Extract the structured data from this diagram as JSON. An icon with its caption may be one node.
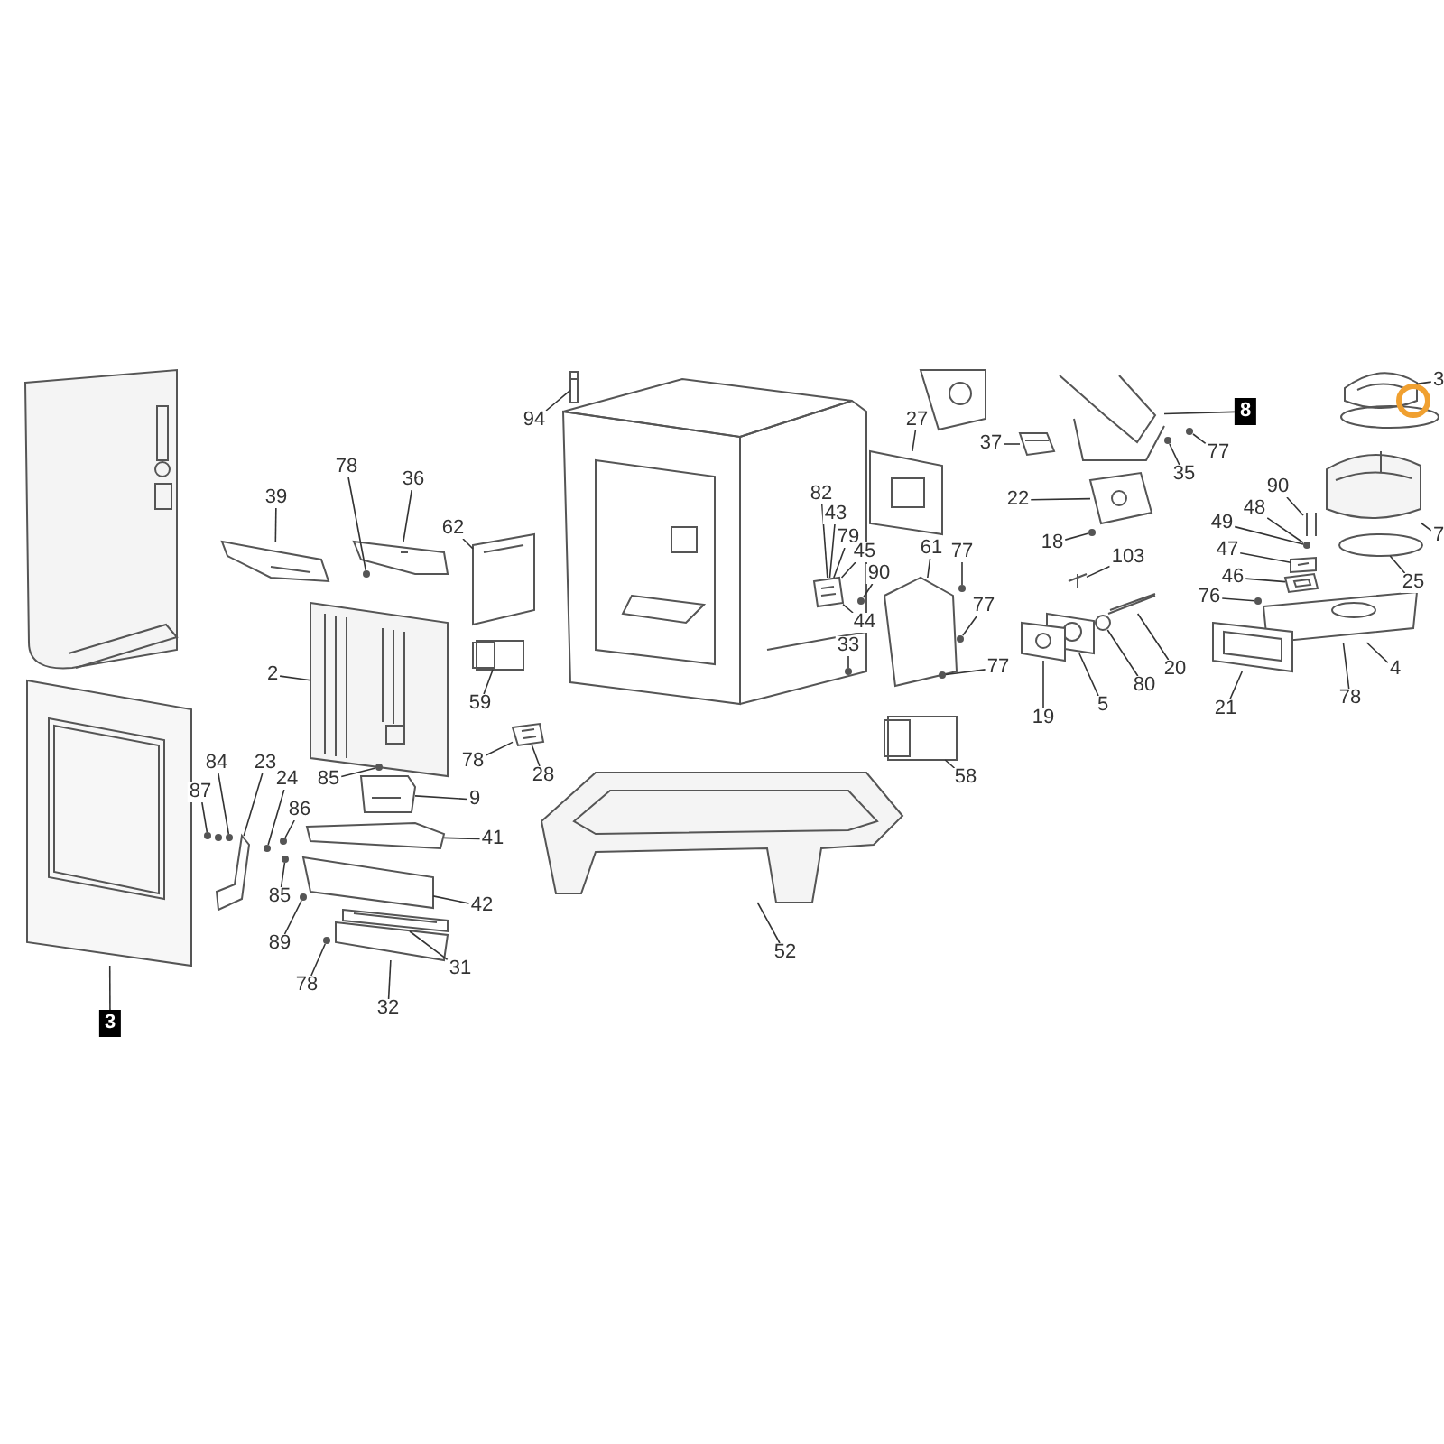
{
  "diagram": {
    "nodes": [
      {
        "text": [
          "94"
        ]
      },
      {
        "text": [
          "39"
        ]
      },
      {
        "text": [
          "78"
        ]
      },
      {
        "text": [
          "36"
        ]
      },
      {
        "text": [
          "62"
        ]
      },
      {
        "text": [
          "2"
        ]
      },
      {
        "text": [
          "59"
        ]
      },
      {
        "text": [
          "78"
        ]
      },
      {
        "text": [
          "28"
        ]
      },
      {
        "text": [
          "85"
        ]
      },
      {
        "text": [
          "9"
        ]
      },
      {
        "text": [
          "41"
        ]
      },
      {
        "text": [
          "42"
        ]
      },
      {
        "text": [
          "31"
        ]
      },
      {
        "text": [
          "32"
        ]
      },
      {
        "text": [
          "78"
        ]
      },
      {
        "text": [
          "89"
        ]
      },
      {
        "text": [
          "85"
        ]
      },
      {
        "text": [
          "86"
        ]
      },
      {
        "text": [
          "24"
        ]
      },
      {
        "text": [
          "23"
        ]
      },
      {
        "text": [
          "84"
        ]
      },
      {
        "text": [
          "87"
        ]
      },
      {
        "text": [
          "3"
        ]
      },
      {
        "text": [
          "52"
        ]
      },
      {
        "text": [
          "27"
        ]
      },
      {
        "text": [
          "82"
        ]
      },
      {
        "text": [
          "43"
        ]
      },
      {
        "text": [
          "79"
        ]
      },
      {
        "text": [
          "45"
        ]
      },
      {
        "text": [
          "90"
        ]
      },
      {
        "text": [
          "44"
        ]
      },
      {
        "text": [
          "61"
        ]
      },
      {
        "text": [
          "77"
        ]
      },
      {
        "text": [
          "77"
        ]
      },
      {
        "text": [
          "77"
        ]
      },
      {
        "text": [
          "33"
        ]
      },
      {
        "text": [
          "58"
        ]
      },
      {
        "text": [
          "37"
        ]
      },
      {
        "text": [
          "8"
        ]
      },
      {
        "text": [
          "35"
        ]
      },
      {
        "text": [
          "77"
        ]
      },
      {
        "text": [
          "22"
        ]
      },
      {
        "text": [
          "18"
        ]
      },
      {
        "text": [
          "103"
        ]
      },
      {
        "text": [
          "20"
        ]
      },
      {
        "text": [
          "80"
        ]
      },
      {
        "text": [
          "5"
        ]
      },
      {
        "text": [
          "19"
        ]
      },
      {
        "text": [
          "90"
        ]
      },
      {
        "text": [
          "48"
        ]
      },
      {
        "text": [
          "49"
        ]
      },
      {
        "text": [
          "47"
        ]
      },
      {
        "text": [
          "46"
        ]
      },
      {
        "text": [
          "76"
        ]
      },
      {
        "text": [
          "25"
        ]
      },
      {
        "text": [
          "4"
        ]
      },
      {
        "text": [
          "78"
        ]
      },
      {
        "text": [
          "21"
        ]
      },
      {
        "text": [
          "3"
        ]
      },
      {
        "text": [
          "7"
        ]
      },
      {
        "text": [],
        "shape": "picture"
      },
      {
        "text": [],
        "shape": "picture"
      },
      {
        "text": [],
        "shape": "circle"
      },
      {
        "text": [],
        "shape": "circle"
      },
      {
        "text": [],
        "shape": "picture"
      },
      {
        "text": [],
        "shape": "circle"
      },
      {
        "text": [],
        "shape": "picture"
      },
      {
        "text": [],
        "shape": "picture"
      },
      {
        "text": [],
        "shape": "picture"
      },
      {
        "text": [],
        "shape": "picture"
      },
      {
        "text": [],
        "shape": "picture"
      },
      {
        "text": [],
        "shape": "circle"
      },
      {
        "text": [],
        "shape": "picture"
      },
      {
        "text": [],
        "shape": "picture"
      },
      {
        "text": [],
        "shape": "picture"
      },
      {
        "text": [],
        "shape": "circle"
      },
      {
        "text": [],
        "shape": "picture"
      },
      {
        "text": [],
        "shape": "picture"
      },
      {
        "text": [],
        "shape": "picture"
      },
      {
        "text": [],
        "shape": "picture"
      },
      {
        "text": [],
        "shape": "circle"
      },
      {
        "text": [],
        "shape": "picture"
      },
      {
        "text": [],
        "shape": "picture"
      },
      {
        "text": [],
        "shape": "picture"
      },
      {
        "text": [],
        "shape": "picture"
      },
      {
        "text": [],
        "shape": "picture"
      },
      {
        "text": [],
        "shape": "circle"
      },
      {
        "text": [],
        "shape": "circle"
      },
      {
        "text": [],
        "shape": "circle"
      },
      {
        "text": [],
        "shape": "circle"
      },
      {
        "text": [],
        "shape": "picture"
      },
      {
        "text": [],
        "shape": "circle"
      },
      {
        "text": [],
        "shape": "circle"
      },
      {
        "text": [],
        "shape": "picture"
      },
      {
        "text": [],
        "shape": "picture"
      },
      {
        "text": [],
        "shape": "picture"
      },
      {
        "text": [],
        "shape": "circle"
      },
      {
        "text": [],
        "shape": "picture"
      },
      {
        "text": [],
        "shape": "circle"
      },
      {
        "text": [],
        "shape": "circle"
      },
      {
        "text": [],
        "shape": "circle"
      },
      {
        "text": [],
        "shape": "circle"
      },
      {
        "text": [],
        "shape": "picture"
      },
      {
        "text": [],
        "shape": "picture"
      },
      {
        "text": [],
        "shape": "circle"
      },
      {
        "text": [],
        "shape": "circle"
      },
      {
        "text": [],
        "shape": "picture"
      },
      {
        "text": [],
        "shape": "picture"
      },
      {
        "text": [],
        "shape": "picture"
      },
      {
        "text": [],
        "shape": "picture"
      },
      {
        "text": [],
        "shape": "picture"
      },
      {
        "text": [],
        "shape": "picture"
      },
      {
        "text": [],
        "shape": "picture"
      },
      {
        "text": [],
        "shape": "picture"
      },
      {
        "text": [],
        "shape": "picture"
      },
      {
        "text": [],
        "shape": "picture"
      },
      {
        "text": [],
        "shape": "circle"
      },
      {
        "text": [],
        "shape": "picture"
      },
      {
        "text": [],
        "shape": "picture"
      }
    ],
    "edges": [
      {
        "from": 0,
        "to": 74,
        "arrow": "none"
      },
      {
        "from": 1,
        "to": 75,
        "arrow": "none"
      },
      {
        "from": 2,
        "to": 76,
        "arrow": "none"
      },
      {
        "from": 3,
        "to": 77,
        "arrow": "none"
      },
      {
        "from": 4,
        "to": 78,
        "arrow": "none"
      },
      {
        "from": 5,
        "to": 79,
        "arrow": "none"
      },
      {
        "from": 6,
        "to": 80,
        "arrow": "none"
      },
      {
        "from": 7,
        "to": 62,
        "arrow": "none"
      },
      {
        "from": 8,
        "to": 62,
        "arrow": "none"
      },
      {
        "from": 9,
        "to": 81,
        "arrow": "none"
      },
      {
        "from": 10,
        "to": 82,
        "arrow": "none"
      },
      {
        "from": 11,
        "to": 83,
        "arrow": "none"
      },
      {
        "from": 12,
        "to": 84,
        "arrow": "none"
      },
      {
        "from": 13,
        "to": 85,
        "arrow": "none"
      },
      {
        "from": 14,
        "to": 86,
        "arrow": "none"
      },
      {
        "from": 15,
        "to": 87,
        "arrow": "none"
      },
      {
        "from": 16,
        "to": 63,
        "arrow": "none"
      },
      {
        "from": 17,
        "to": 88,
        "arrow": "none"
      },
      {
        "from": 18,
        "to": 89,
        "arrow": "none"
      },
      {
        "from": 19,
        "to": 90,
        "arrow": "none"
      },
      {
        "from": 20,
        "to": 91,
        "arrow": "none"
      },
      {
        "from": 21,
        "to": 92,
        "arrow": "none"
      },
      {
        "from": 22,
        "to": 93,
        "arrow": "none"
      },
      {
        "from": 23,
        "to": 94,
        "arrow": "none"
      },
      {
        "from": 24,
        "to": 95,
        "arrow": "none"
      },
      {
        "from": 25,
        "to": 96,
        "arrow": "none"
      },
      {
        "from": 26,
        "to": 61,
        "arrow": "none"
      },
      {
        "from": 27,
        "to": 61,
        "arrow": "none"
      },
      {
        "from": 28,
        "to": 61,
        "arrow": "none"
      },
      {
        "from": 29,
        "to": 61,
        "arrow": "none"
      },
      {
        "from": 30,
        "to": 97,
        "arrow": "none"
      },
      {
        "from": 31,
        "to": 61,
        "arrow": "none"
      },
      {
        "from": 32,
        "to": 98,
        "arrow": "none"
      },
      {
        "from": 33,
        "to": 99,
        "arrow": "none"
      },
      {
        "from": 34,
        "to": 100,
        "arrow": "none"
      },
      {
        "from": 35,
        "to": 101,
        "arrow": "none"
      },
      {
        "from": 36,
        "to": 102,
        "arrow": "none"
      },
      {
        "from": 37,
        "to": 103,
        "arrow": "none"
      },
      {
        "from": 38,
        "to": 67,
        "arrow": "none"
      },
      {
        "from": 39,
        "to": 104,
        "arrow": "none"
      },
      {
        "from": 40,
        "to": 105,
        "arrow": "none"
      },
      {
        "from": 41,
        "to": 106,
        "arrow": "none"
      },
      {
        "from": 42,
        "to": 107,
        "arrow": "none"
      },
      {
        "from": 43,
        "to": 64,
        "arrow": "none"
      },
      {
        "from": 44,
        "to": 108,
        "arrow": "none"
      },
      {
        "from": 45,
        "to": 109,
        "arrow": "none"
      },
      {
        "from": 46,
        "to": 110,
        "arrow": "none"
      },
      {
        "from": 47,
        "to": 70,
        "arrow": "none"
      },
      {
        "from": 48,
        "to": 65,
        "arrow": "none"
      },
      {
        "from": 49,
        "to": 111,
        "arrow": "none"
      },
      {
        "from": 50,
        "to": 72,
        "arrow": "none"
      },
      {
        "from": 51,
        "to": 72,
        "arrow": "none"
      },
      {
        "from": 52,
        "to": 71,
        "arrow": "none"
      },
      {
        "from": 53,
        "to": 68,
        "arrow": "none"
      },
      {
        "from": 54,
        "to": 66,
        "arrow": "none"
      },
      {
        "from": 55,
        "to": 112,
        "arrow": "none"
      },
      {
        "from": 56,
        "to": 69,
        "arrow": "none"
      },
      {
        "from": 57,
        "to": 69,
        "arrow": "none"
      },
      {
        "from": 58,
        "to": 73,
        "arrow": "none"
      },
      {
        "from": 59,
        "to": 113,
        "arrow": "none"
      },
      {
        "from": 60,
        "to": 114,
        "arrow": "none"
      }
    ]
  }
}
